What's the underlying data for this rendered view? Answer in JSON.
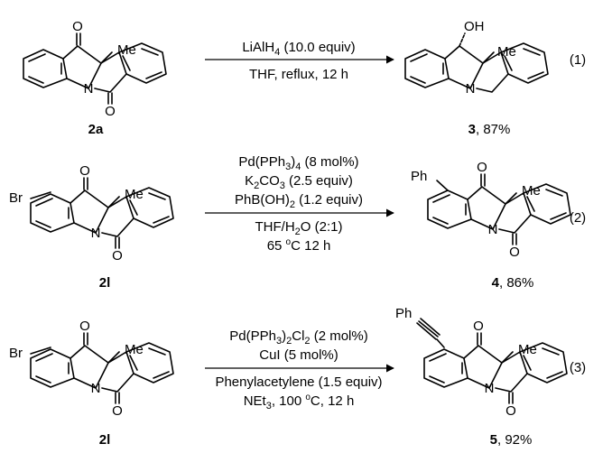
{
  "reactions": [
    {
      "id": "eq1",
      "eq_number": "(1)",
      "conditions_above": [
        "LiAlH4 (10.0 equiv)"
      ],
      "conditions_below": [
        "THF, reflux, 12 h"
      ],
      "substrate_label": "2a",
      "product_label": "3",
      "yield": ", 87%"
    },
    {
      "id": "eq2",
      "eq_number": "(2)",
      "conditions_above": [
        "Pd(PPh3)4 (8 mol%)",
        "K2CO3 (2.5 equiv)",
        "PhB(OH)2 (1.2 equiv)"
      ],
      "conditions_below": [
        "THF/H2O (2:1)",
        "65 oC 12 h"
      ],
      "substrate_label": "2l",
      "product_label": "4",
      "yield": ", 86%"
    },
    {
      "id": "eq3",
      "eq_number": "(3)",
      "conditions_above": [
        "Pd(PPh3)2Cl2 (2 mol%)",
        "CuI (5 mol%)"
      ],
      "conditions_below": [
        "Phenylacetylene (1.5 equiv)",
        "NEt3, 100 oC, 12 h"
      ],
      "substrate_label": "2l",
      "product_label": "5",
      "yield": ", 92%"
    }
  ],
  "atoms": {
    "oxygen": "O",
    "nitrogen": "N",
    "methyl": "Me",
    "hydroxyl": "OH",
    "bromo": "Br",
    "phenyl": "Ph"
  },
  "text_parts": {
    "lialh4_a": "LiAlH",
    "lialh4_sub": "4",
    "lialh4_b": " (10.0 equiv)",
    "pd4_a": "Pd(PPh",
    "pd4_sub1": "3",
    "pd4_b": ")",
    "pd4_sub2": "4",
    "pd4_c": " (8 mol%)",
    "k2co3_a": "K",
    "k2co3_sub1": "2",
    "k2co3_b": "CO",
    "k2co3_sub2": "3",
    "k2co3_c": " (2.5 equiv)",
    "phboh_a": "PhB(OH)",
    "phboh_sub": "2",
    "phboh_b": " (1.2 equiv)",
    "thfh2o_a": "THF/H",
    "thfh2o_sub": "2",
    "thfh2o_b": "O (2:1)",
    "temp2_a": "65 ",
    "temp2_sup": "o",
    "temp2_b": "C 12 h",
    "pdcl_a": "Pd(PPh",
    "pdcl_sub1": "3",
    "pdcl_b": ")",
    "pdcl_sub2": "2",
    "pdcl_c": "Cl",
    "pdcl_sub3": "2",
    "pdcl_d": " (2 mol%)",
    "cui": "CuI (5 mol%)",
    "phac": "Phenylacetylene (1.5 equiv)",
    "net3_a": "NEt",
    "net3_sub": "3",
    "net3_b": ", 100 ",
    "net3_sup": "o",
    "net3_c": "C, 12 h"
  }
}
